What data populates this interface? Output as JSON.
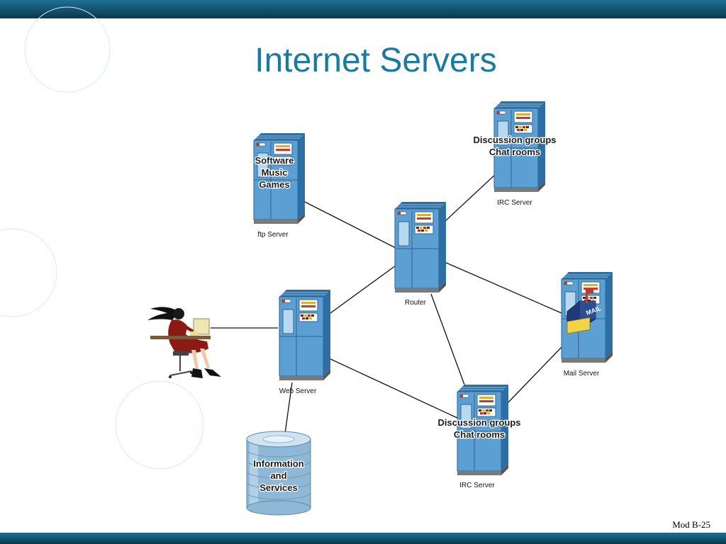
{
  "slide": {
    "title": "Internet Servers",
    "footer": "Mod B-25"
  },
  "nodes": {
    "ftp": {
      "caption": "ftp Server",
      "lines": [
        "Software",
        "Music",
        "Games"
      ]
    },
    "irc_top": {
      "caption": "IRC Server",
      "lines": [
        "Discussion groups",
        "Chat rooms"
      ]
    },
    "router": {
      "caption": "Router"
    },
    "mail": {
      "caption": "Mail Server",
      "sign": "MAIL"
    },
    "web": {
      "caption": "Web Server"
    },
    "irc_bottom": {
      "caption": "IRC Server",
      "lines": [
        "Discussion groups",
        "Chat rooms"
      ]
    },
    "database": {
      "lines": [
        "Information",
        "and",
        "Services"
      ]
    }
  },
  "colors": {
    "accent": "#1a7aa0",
    "server_body": "#5b9fd3",
    "server_side": "#2d6fa5",
    "server_dark": "#1b4f80",
    "bars": "#0b4f72"
  }
}
